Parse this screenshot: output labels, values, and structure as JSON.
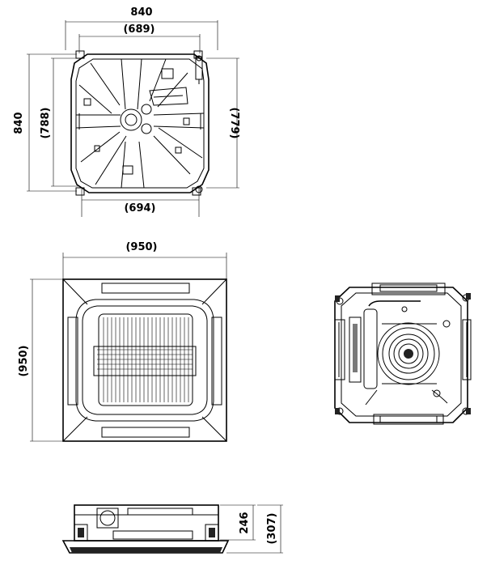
{
  "top_view": {
    "width_outer": "840",
    "width_inner": "(689)",
    "width_bottom": "(694)",
    "height_left": "840",
    "height_left_inner": "(788)",
    "height_right": "(779)"
  },
  "panel_view": {
    "width": "(950)",
    "height": "(950)"
  },
  "side_view": {
    "height_body": "246",
    "height_total": "(307)"
  }
}
